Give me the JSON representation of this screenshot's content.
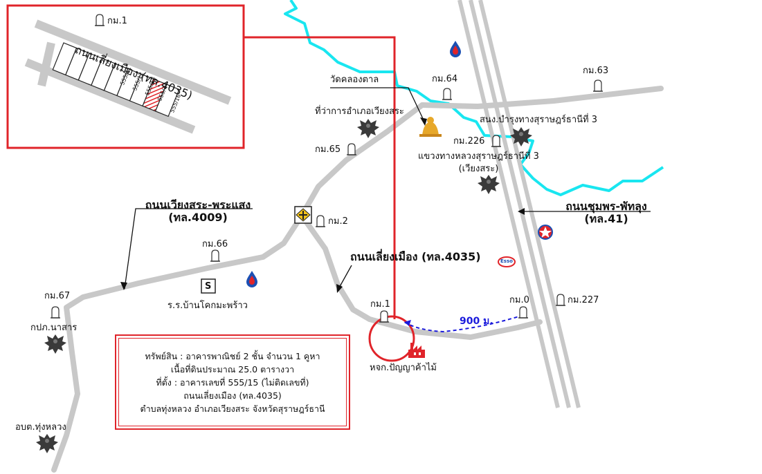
{
  "inset": {
    "road_label": "ถนนเลี่ยงเมือง (ทล.4035)",
    "km_label": "กม.1",
    "plots": [
      "555/11",
      "555/12",
      "555/13",
      "555/14",
      "555/16"
    ]
  },
  "roads": {
    "wiang_sa_phra_saeng": [
      "ถนนเวียงสระ-พระแสง",
      "(ทล.4009)"
    ],
    "bypass": "ถนนเลี่ยงเมือง (ทล.4035)",
    "chumphon_phatthalung": [
      "ถนนชุมพร-พัทลุง",
      "(ทล.41)"
    ]
  },
  "km_markers": {
    "km64": "กม.64",
    "km63": "กม.63",
    "km65": "กม.65",
    "km226": "กม.226",
    "km2": "กม.2",
    "km66": "กม.66",
    "km67": "กม.67",
    "km1": "กม.1",
    "km0": "กม.0",
    "km227": "กม.227"
  },
  "places": {
    "temple": "วัดคลองตาล",
    "district_office": "ที่ว่าการอำเภอเวียงสระ",
    "highway_maint": "สนง.บำรุงทางสุราษฎร์ธานีที่ 3",
    "highway_district": [
      "แขวงทางหลวงสุราษฎร์ธานีที่ 3",
      "(เวียงสระ)"
    ],
    "school": "ร.ร.บ้านโคกมะพร้าว",
    "school_symbol": "S",
    "pao": "กปภ.นาสาร",
    "tambon": "อบต.ทุ่งหลวง",
    "timber_shop": "หจก.ปัญญาค้าไม้",
    "esso": "Esso"
  },
  "distance": "900 ม.",
  "info": [
    "ทรัพย์สิน : อาคารพาณิชย์ 2 ชั้น จำนวน 1 คูหา",
    "เนื้อที่ดินประมาณ 25.0 ตารางวา",
    "ที่ตั้ง : อาคารเลขที่ 555/15 (ไม่ติดเลขที่)",
    "ถนนเลี่ยงเมือง (ทล.4035)",
    "ตำบลทุ่งหลวง อำเภอเวียงสระ จังหวัดสุราษฎร์ธานี"
  ],
  "colors": {
    "road": "#c8c8c8",
    "river": "#19e6f0",
    "highlight": "#e0242a",
    "distance_line": "#1a1adc"
  }
}
